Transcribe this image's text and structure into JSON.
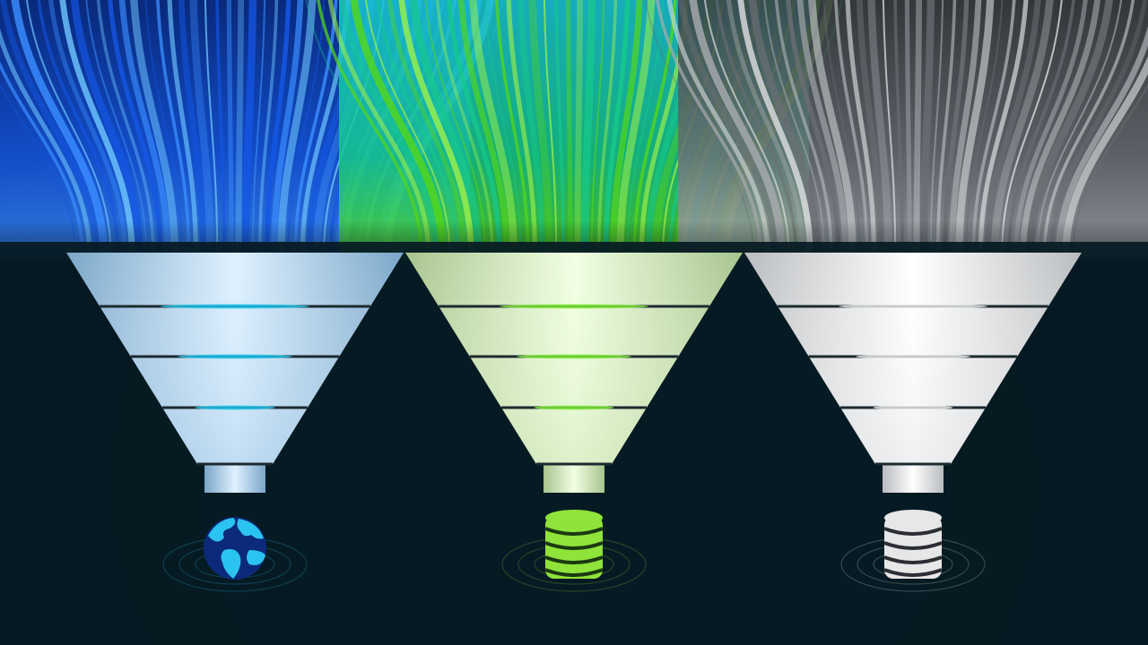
{
  "scene": {
    "background_color": "#071821"
  },
  "funnels": [
    {
      "id": "web",
      "theme": "blue",
      "stream_colors": [
        "#0a2d8c",
        "#1457e6",
        "#3a8cff",
        "#6fc6ff"
      ],
      "funnel_colors": [
        "#dff1ff",
        "#a9cde9",
        "#7aa6c8"
      ],
      "band_glow": "#22d4ff",
      "icon": "globe-icon",
      "icon_colors": [
        "#2bc4f0",
        "#0b2a7a"
      ]
    },
    {
      "id": "database-green",
      "theme": "green",
      "stream_colors": [
        "#19c6d9",
        "#16c98a",
        "#52d61c",
        "#9bf04a"
      ],
      "funnel_colors": [
        "#f1ffe4",
        "#cfe6b6",
        "#a7c48e"
      ],
      "band_glow": "#8cff3c",
      "icon": "database-icon",
      "icon_colors": [
        "#8fe33a",
        "#1c3a10"
      ]
    },
    {
      "id": "database-gray",
      "theme": "gray",
      "stream_colors": [
        "#3a3d41",
        "#6b6f74",
        "#a6aaaf",
        "#dcdee0"
      ],
      "funnel_colors": [
        "#ffffff",
        "#e3e5e7",
        "#b9bcbf"
      ],
      "band_glow": "#ffffff",
      "icon": "database-icon",
      "icon_colors": [
        "#e7e7e7",
        "#2b2f33"
      ]
    }
  ]
}
